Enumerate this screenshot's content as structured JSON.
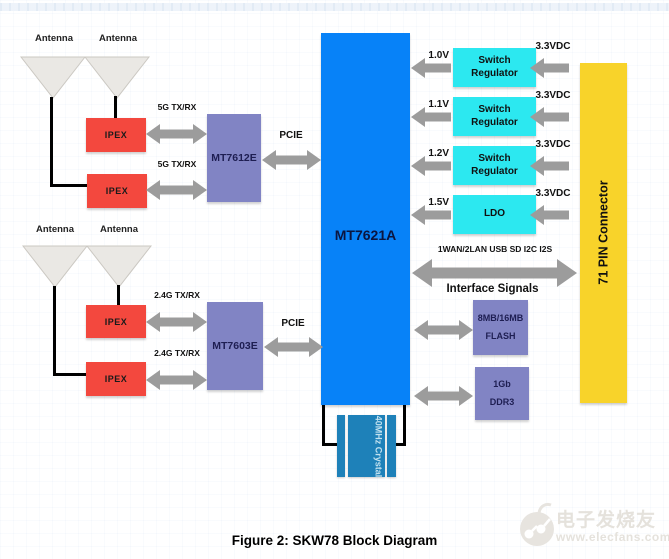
{
  "page": {
    "caption": "Figure 2: SKW78 Block Diagram"
  },
  "watermark": {
    "brand": "电子发烧友",
    "site": "www.elecfans.com"
  },
  "colors": {
    "soc_blue": "#0782F8",
    "radio_purple": "#8184C4",
    "ipex_red": "#F3483E",
    "regulator_cyan": "#2CE8F0",
    "connector_yellow": "#F8D32A",
    "arrow_gray": "#9C9C9C",
    "crystal_blue": "#1E81B9"
  },
  "soc": {
    "label": "MT7621A"
  },
  "connector": {
    "label": "71 PIN Connector"
  },
  "crystal": {
    "label": "40MHz Crystal"
  },
  "radio_5g": {
    "antenna_left_label": "Antenna",
    "antenna_right_label": "Antenna",
    "ipex_top_label": "IPEX",
    "ipex_bottom_label": "IPEX",
    "link_top_label": "5G TX/RX",
    "link_bottom_label": "5G TX/RX",
    "chip_label": "MT7612E",
    "bus_label": "PCIE"
  },
  "radio_24g": {
    "antenna_left_label": "Antenna",
    "antenna_right_label": "Antenna",
    "ipex_top_label": "IPEX",
    "ipex_bottom_label": "IPEX",
    "link_top_label": "2.4G TX/RX",
    "link_bottom_label": "2.4G TX/RX",
    "chip_label": "MT7603E",
    "bus_label": "PCIE"
  },
  "power_rails": [
    {
      "output": "1.0V",
      "device": "Switch Regulator",
      "input": "3.3VDC"
    },
    {
      "output": "1.1V",
      "device": "Switch Regulator",
      "input": "3.3VDC"
    },
    {
      "output": "1.2V",
      "device": "Switch Regulator",
      "input": "3.3VDC"
    },
    {
      "output": "1.5V",
      "device": "LDO",
      "input": "3.3VDC"
    }
  ],
  "interface_bus": {
    "signals": "1WAN/2LAN USB SD I2C I2S",
    "label": "Interface Signals"
  },
  "memory": {
    "flash": {
      "size": "8MB/16MB",
      "name": "FLASH"
    },
    "ddr": {
      "size": "1Gb",
      "name": "DDR3"
    }
  }
}
